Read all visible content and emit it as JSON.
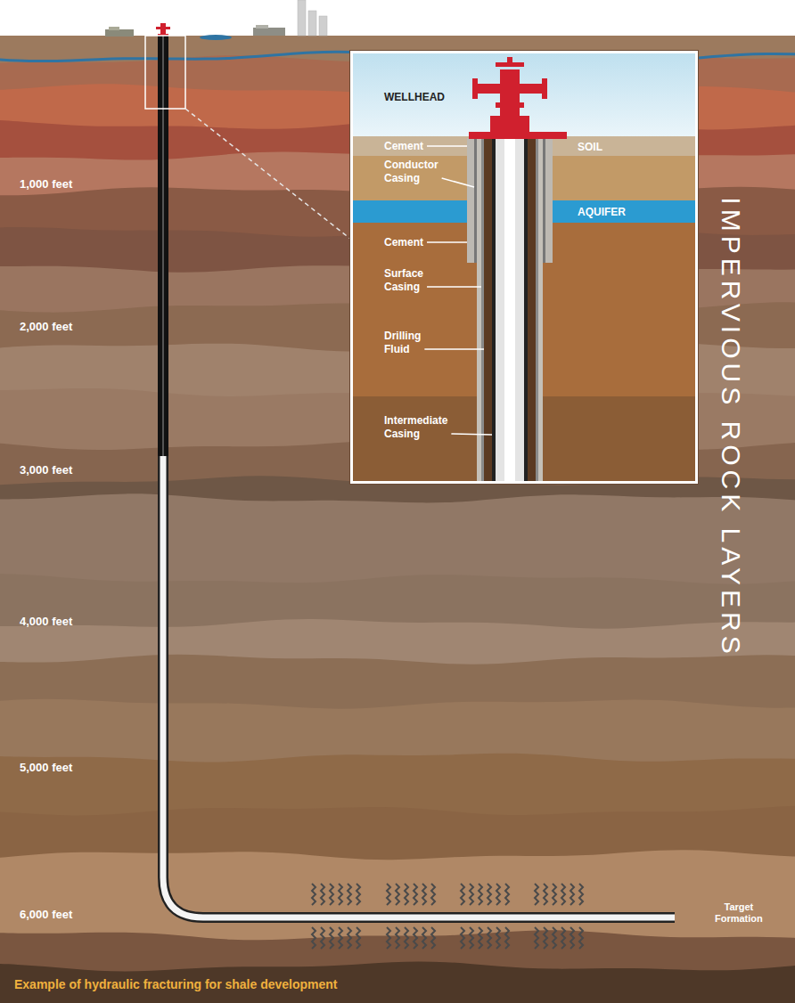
{
  "diagram": {
    "caption": "Example of hydraulic fracturing for shale development",
    "nodes": [
      {
        "text": [
          "WELLHEAD",
          "SOIL",
          "AQUIFER",
          "Cement",
          "Conductor Casing",
          "Cement",
          "Surface Casing",
          "Drilling Fluid",
          "Intermediate Casing"
        ]
      }
    ],
    "labels": [
      "1,000 feet",
      "2,000 feet",
      "3,000 feet",
      "4,000 feet",
      "5,000 feet",
      "6,000 feet",
      "IMPERVIOUS ROCK LAYERS",
      "Target Formation"
    ]
  }
}
